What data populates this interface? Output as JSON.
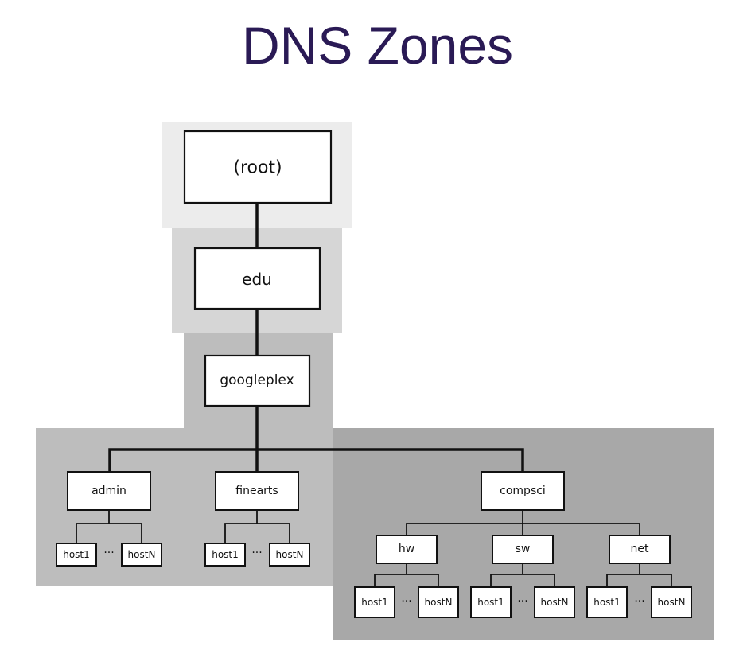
{
  "title": "DNS Zones",
  "colors": {
    "title": "#2a1a55",
    "zone_root": "#ececec",
    "zone_edu": "#d6d6d6",
    "zone_googleplex": "#bdbdbd",
    "zone_compsci": "#a8a8a8"
  },
  "nodes": {
    "root": "(root)",
    "edu": "edu",
    "googleplex": "googleplex",
    "admin": "admin",
    "finearts": "finearts",
    "compsci": "compsci",
    "hw": "hw",
    "sw": "sw",
    "net": "net",
    "host_first": "host1",
    "host_last": "hostN",
    "ellipsis": "···"
  }
}
